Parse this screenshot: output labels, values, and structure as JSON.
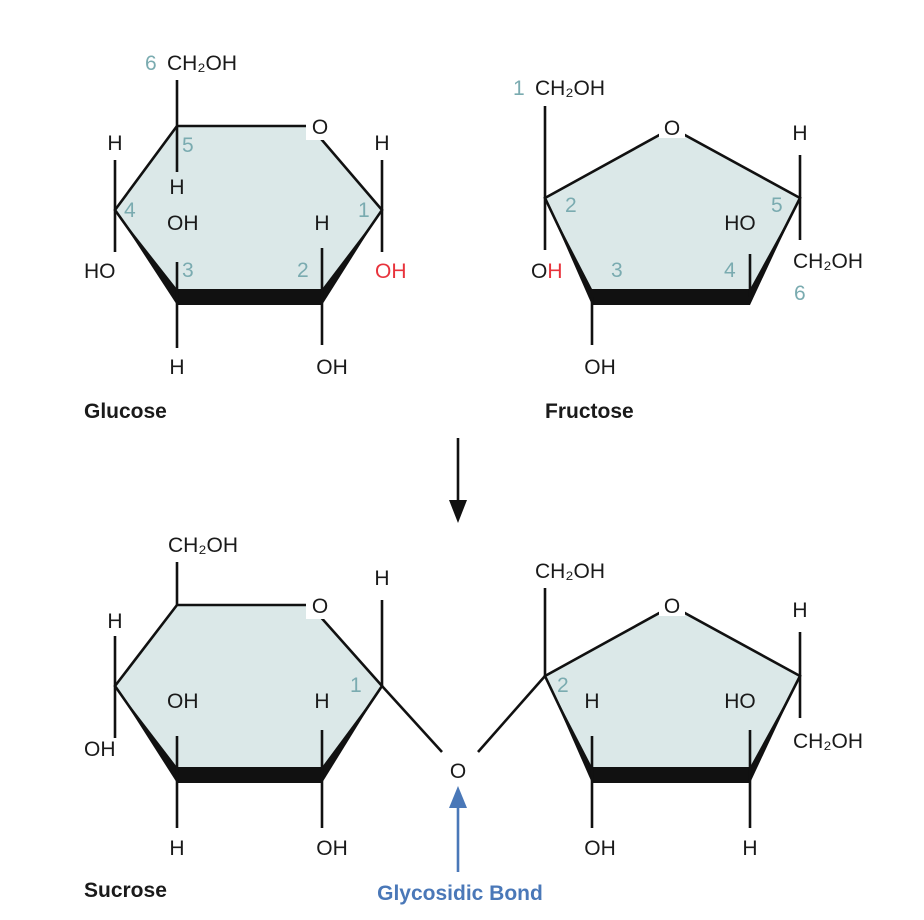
{
  "glucose": {
    "title": "Glucose",
    "c6_num": "6",
    "c6_group": "CH₂OH",
    "ring_o": "O",
    "c5_num": "5",
    "c5_h": "H",
    "c4_num": "4",
    "c4_h": "H",
    "c4_oh": "HO",
    "c3_num": "3",
    "c3_oh": "OH",
    "c3_h": "H",
    "c2_num": "2",
    "c2_h": "H",
    "c2_oh": "OH",
    "c1_num": "1",
    "c1_h": "H",
    "c1_oh": "OH"
  },
  "fructose": {
    "title": "Fructose",
    "c1_num": "1",
    "c1_group": "CH₂OH",
    "ring_o": "O",
    "c2_num": "2",
    "c2_oh_o": "O",
    "c2_oh_h": "H",
    "c3_num": "3",
    "c3_oh": "OH",
    "c4_num": "4",
    "c4_oh": "HO",
    "c5_num": "5",
    "c5_h": "H",
    "c6_num": "6",
    "c6_group": "CH₂OH"
  },
  "sucrose": {
    "title": "Sucrose",
    "glc_c6_group": "CH₂OH",
    "glc_ring_o": "O",
    "glc_c1_num": "1",
    "glc_c1_h": "H",
    "glc_c4_h": "H",
    "glc_c4_oh": "OH",
    "glc_c3_oh": "OH",
    "glc_c3_h": "H",
    "glc_c2_h": "H",
    "glc_c2_oh": "OH",
    "bridge_o": "O",
    "fru_c1_group": "CH₂OH",
    "fru_ring_o": "O",
    "fru_c2_num": "2",
    "fru_c3_h": "H",
    "fru_c3_oh": "OH",
    "fru_c4_oh": "HO",
    "fru_c4_h": "H",
    "fru_c5_h": "H",
    "fru_c6_group": "CH₂OH"
  },
  "annotation": {
    "label": "Glycosidic Bond",
    "color": "#4a78b8"
  },
  "colors": {
    "ring_fill": "#dbe8e8",
    "carbon_number": "#7aabb0",
    "highlight": "#e8333c"
  }
}
